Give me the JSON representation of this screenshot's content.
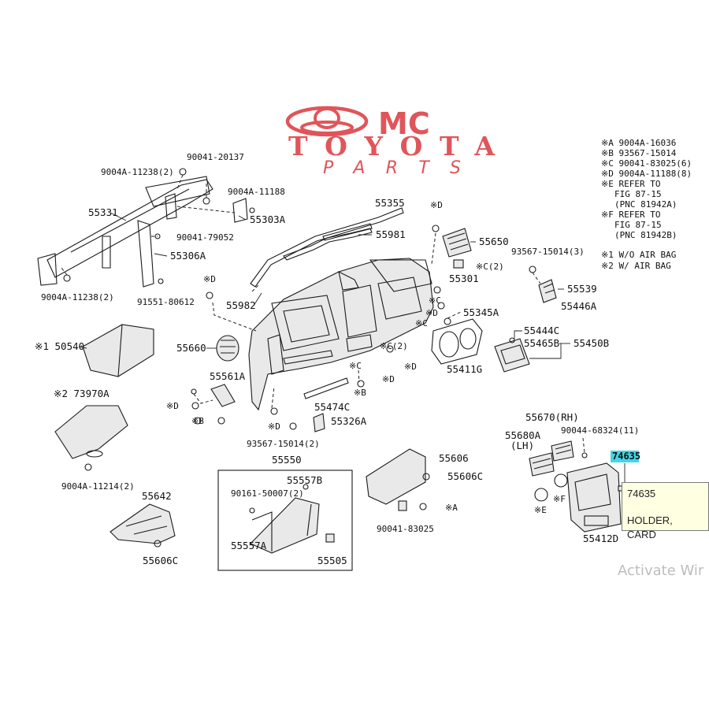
{
  "logo": {
    "text_line1": "MC",
    "text_line2": "TOYOTA",
    "text_line3": "PARTS",
    "color": "#e0555a"
  },
  "legend": [
    "※A 9004A-16036",
    "※B 93567-15014",
    "※C 90041-83025(6)",
    "※D 9004A-11188(8)",
    "※E REFER TO",
    "FIG 87-15",
    "(PNC 81942A)",
    "※F REFER TO",
    "FIG 87-15",
    "(PNC 81942B)",
    "※1 W/O AIR BAG",
    "※2 W/ AIR BAG"
  ],
  "labels": {
    "p90041_20137": "90041-20137",
    "p9004a_11238_top": "9004A-11238(2)",
    "p9004a_11188": "9004A-11188",
    "p55331": "55331",
    "p55303a": "55303A",
    "p90041_79052": "90041-79052",
    "p55306a": "55306A",
    "p9004a_11238_bot": "9004A-11238(2)",
    "p91551_80612": "91551-80612",
    "p55355": "55355",
    "p55981": "55981",
    "p55650": "55650",
    "p93567_15014_3": "93567-15014(3)",
    "p55301": "55301",
    "pC2": "※C(2)",
    "p55539": "55539",
    "p55446a": "55446A",
    "p55982": "55982",
    "p55345a": "55345A",
    "p55444c": "55444C",
    "p55465b": "55465B",
    "p55450b": "55450B",
    "p50540": "※1 50540",
    "p55660": "55660",
    "p55411g": "55411G",
    "p55561a": "55561A",
    "p73970a": "※2 73970A",
    "p55474c": "55474C",
    "p55326a": "55326A",
    "p93567_15014_2": "93567-15014(2)",
    "p55670": "55670(RH)",
    "p55680a": "55680A",
    "p55680a_qty": "(LH)",
    "p90044_68324": "90044-68324(11)",
    "p9004a_11214": "9004A-11214(2)",
    "p55550": "55550",
    "p55606": "55606",
    "p55606c": "55606C",
    "p55642": "55642",
    "p90161_50007": "90161-50007(2)",
    "p55557b": "55557B",
    "p55557a": "55557A",
    "p55505": "55505",
    "p90041_83025": "90041-83025",
    "pA": "※A",
    "p55412d": "55412D",
    "p55606c_bot": "55606C",
    "pE": "※E",
    "pF": "※F",
    "pD": "※D",
    "pB": "※B",
    "pC": "※C"
  },
  "highlight": {
    "text": "74635",
    "color": "#43d6e6"
  },
  "tooltip": {
    "part_no": "74635",
    "description": "HOLDER, CARD"
  },
  "watermark": "Activate Wir"
}
